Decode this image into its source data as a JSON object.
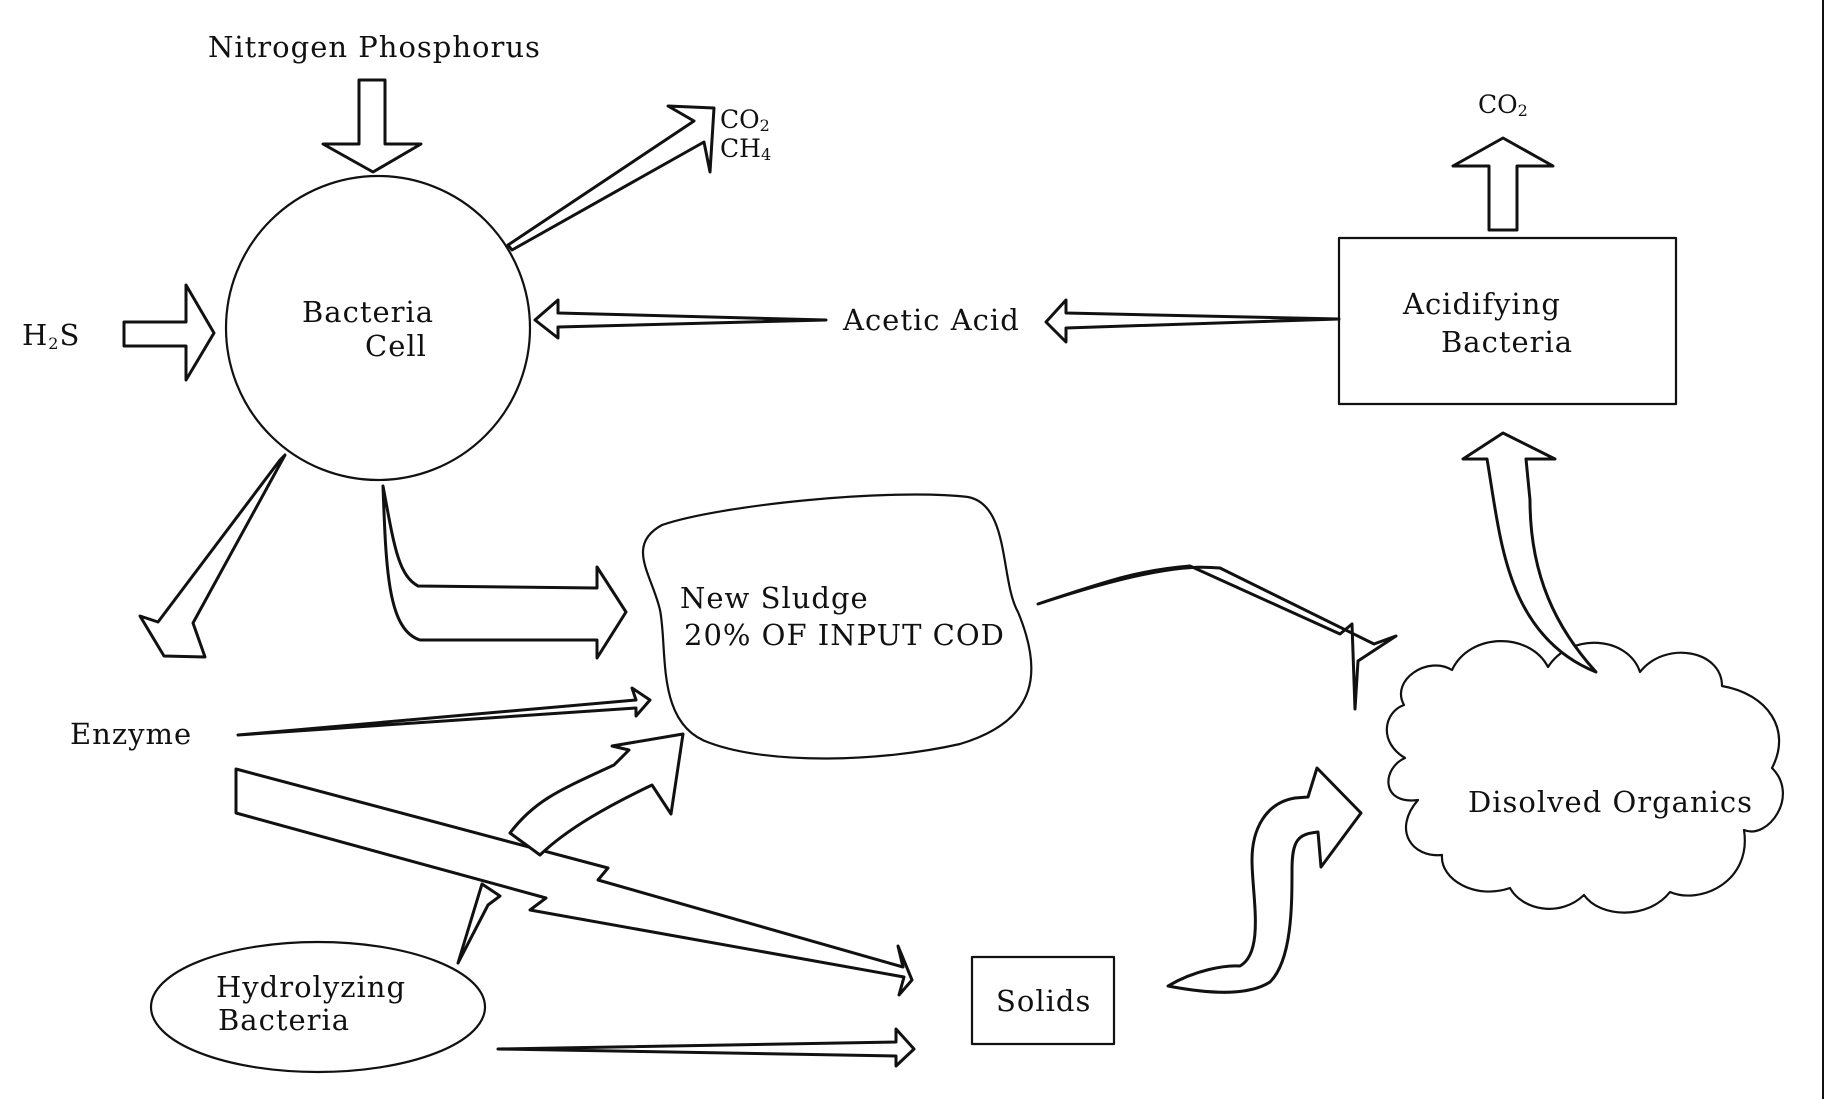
{
  "labels": {
    "nitrogen_phosphorus": "Nitrogen  Phosphorus",
    "co2_top": "CO",
    "co2_top_sub": "2",
    "ch4": "CH",
    "ch4_sub": "4",
    "co2_right": "CO",
    "co2_right_sub": "2",
    "h2s_h": "H",
    "h2s_sub": "2",
    "h2s_s": "S",
    "bacteria_cell_line1": "Bacteria",
    "bacteria_cell_line2": "Cell",
    "acetic_acid": "Acetic  Acid",
    "acidifying_line1": "Acidifying",
    "acidifying_line2": "Bacteria",
    "new_sludge_line1": "New  Sludge",
    "new_sludge_line2": "20%  OF  INPUT  COD",
    "enzyme": "Enzyme",
    "disolved_organics": "Disolved  Organics",
    "hydrolyzing_line1": "Hydrolyzing",
    "hydrolyzing_line2": "Bacteria",
    "solids": "Solids"
  }
}
